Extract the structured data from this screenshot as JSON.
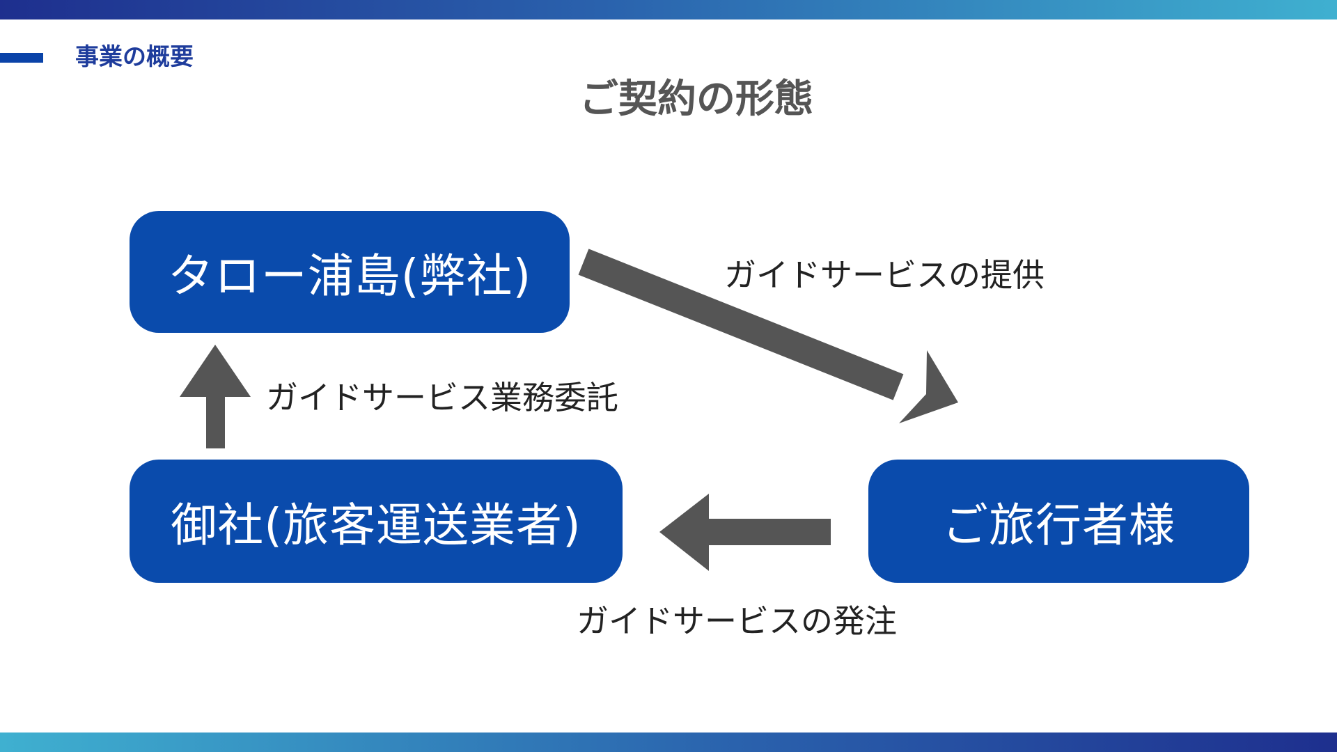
{
  "header": {
    "section_title": "事業の概要",
    "slide_title": "ご契約の形態"
  },
  "nodes": {
    "us": "タロー浦島(弊社)",
    "customer": "御社(旅客運送業者)",
    "traveler": "ご旅行者様"
  },
  "edges": {
    "provide": "ガイドサービスの提供",
    "commission": "ガイドサービス業務委託",
    "order": "ガイドサービスの発注"
  },
  "colors": {
    "node_fill": "#0a4bac",
    "arrow": "#555555",
    "accent": "#0a43a8",
    "title_text": "#1e3c9c"
  }
}
